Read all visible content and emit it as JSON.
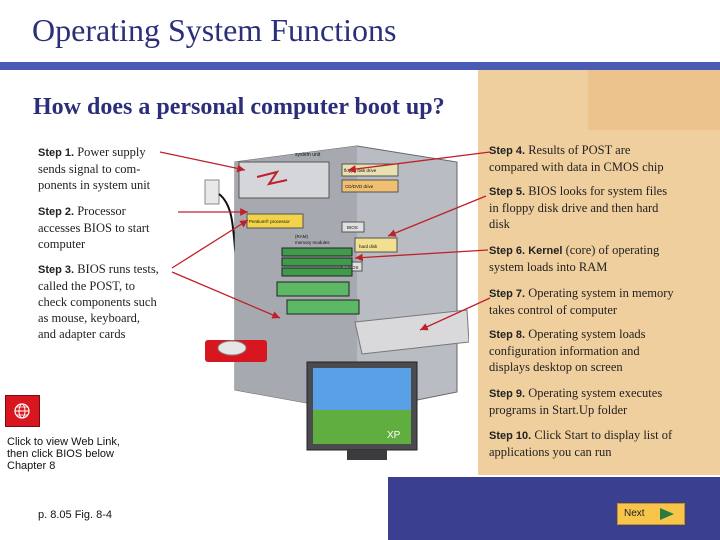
{
  "title": "Operating System Functions",
  "subtitle": "How does a personal computer boot up?",
  "left_steps": [
    {
      "label": "Step 1.",
      "text_parts": [
        "Power supply",
        "sends signal to com-",
        "ponents in system unit"
      ]
    },
    {
      "label": "Step 2.",
      "text_parts": [
        "Processor",
        "accesses BIOS to start",
        "computer"
      ]
    },
    {
      "label": "Step 3.",
      "text_parts": [
        "BIOS runs tests,",
        "called the POST, to",
        "check components such",
        "as mouse, keyboard,",
        "and adapter cards"
      ]
    }
  ],
  "right_steps": [
    {
      "label": "Step 4.",
      "text_parts": [
        " Results of POST are",
        "compared with data in CMOS chip"
      ]
    },
    {
      "label": "Step 5.",
      "text_parts": [
        "BIOS looks for system files",
        "in floppy disk drive and then hard",
        "disk"
      ]
    },
    {
      "label": "Step 6.",
      "kernel": "Kernel",
      "text_parts": [
        " (core) of operating",
        "system loads into RAM"
      ]
    },
    {
      "label": "Step 7.",
      "text_parts": [
        "Operating system in memory",
        "takes control of computer"
      ]
    },
    {
      "label": "Step 8.",
      "text_parts": [
        "Operating system loads",
        "configuration information and",
        "displays desktop on screen"
      ]
    },
    {
      "label": "Step 9.",
      "text_parts": [
        "Operating system executes",
        "programs in Start.Up folder"
      ]
    },
    {
      "label": "Step 10.",
      "text_parts": [
        "Click Start to display list of",
        "applications you can run"
      ]
    }
  ],
  "illustration": {
    "system_unit_label": "system unit",
    "floppy_label": "floppy disk drive",
    "cdrom_label": "CD/DVD drive",
    "bios_label": "BIOS",
    "hard_disk_label": "hard disk",
    "cmos_label": "CMOS",
    "processor_label": "Pentium® processor",
    "ram_label": "(RAM)",
    "memory_modules_label": "memory modules",
    "xp_logo_text": "XP"
  },
  "weblink": {
    "icon": "globe-icon",
    "text_lines": [
      "Click to view Web Link,",
      "then click BIOS below",
      "Chapter 8"
    ]
  },
  "page_ref": "p. 8.05 Fig. 8-4",
  "next_label": "Next",
  "colors": {
    "title": "#2b2f7a",
    "rule": "#4a5bb5",
    "panel": "#f0cf9e",
    "bottom_bar": "#3a3f8f",
    "next_button": "#f6c54a",
    "arrow": "#c0202a"
  }
}
